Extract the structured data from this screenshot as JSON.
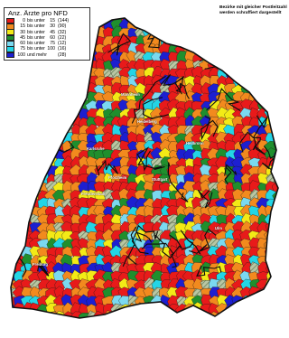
{
  "legend": {
    "title": "Anz. Ärzte pro NFD",
    "items": [
      {
        "from": "0",
        "word": "bis unter",
        "to": "15",
        "count": "(144)",
        "color": "#e81a1a"
      },
      {
        "from": "15",
        "word": "bis unter",
        "to": "30",
        "count": "(90)",
        "color": "#f28a1e"
      },
      {
        "from": "30",
        "word": "bis unter",
        "to": "45",
        "count": "(32)",
        "color": "#f3ea16"
      },
      {
        "from": "45",
        "word": "bis unter",
        "to": "60",
        "count": "(22)",
        "color": "#1f8f2d"
      },
      {
        "from": "60",
        "word": "bis unter",
        "to": "75",
        "count": "(12)",
        "color": "#7ad9f0"
      },
      {
        "from": "75",
        "word": "bis unter",
        "to": "100",
        "count": "(16)",
        "color": "#23d5e6"
      },
      {
        "from": "100",
        "word": "und mehr",
        "to": "",
        "count": "(28)",
        "color": "#1d1fd1"
      }
    ]
  },
  "note": {
    "line1": "Bezirke mit gleicher Postleitzahl",
    "line2": "werden schraffiert dargestellt"
  },
  "colors": {
    "hatch": "#8aa37a",
    "border": "#111111",
    "background": "#ffffff"
  },
  "places": [
    {
      "name": "Mannheim"
    },
    {
      "name": "Heidelberg"
    },
    {
      "name": "Karlsruhe"
    },
    {
      "name": "Heilbronn"
    },
    {
      "name": "Stuttgart"
    },
    {
      "name": "Pforzheim"
    },
    {
      "name": "Freudenstadt"
    },
    {
      "name": "Ulm"
    },
    {
      "name": "Freiburg"
    }
  ]
}
